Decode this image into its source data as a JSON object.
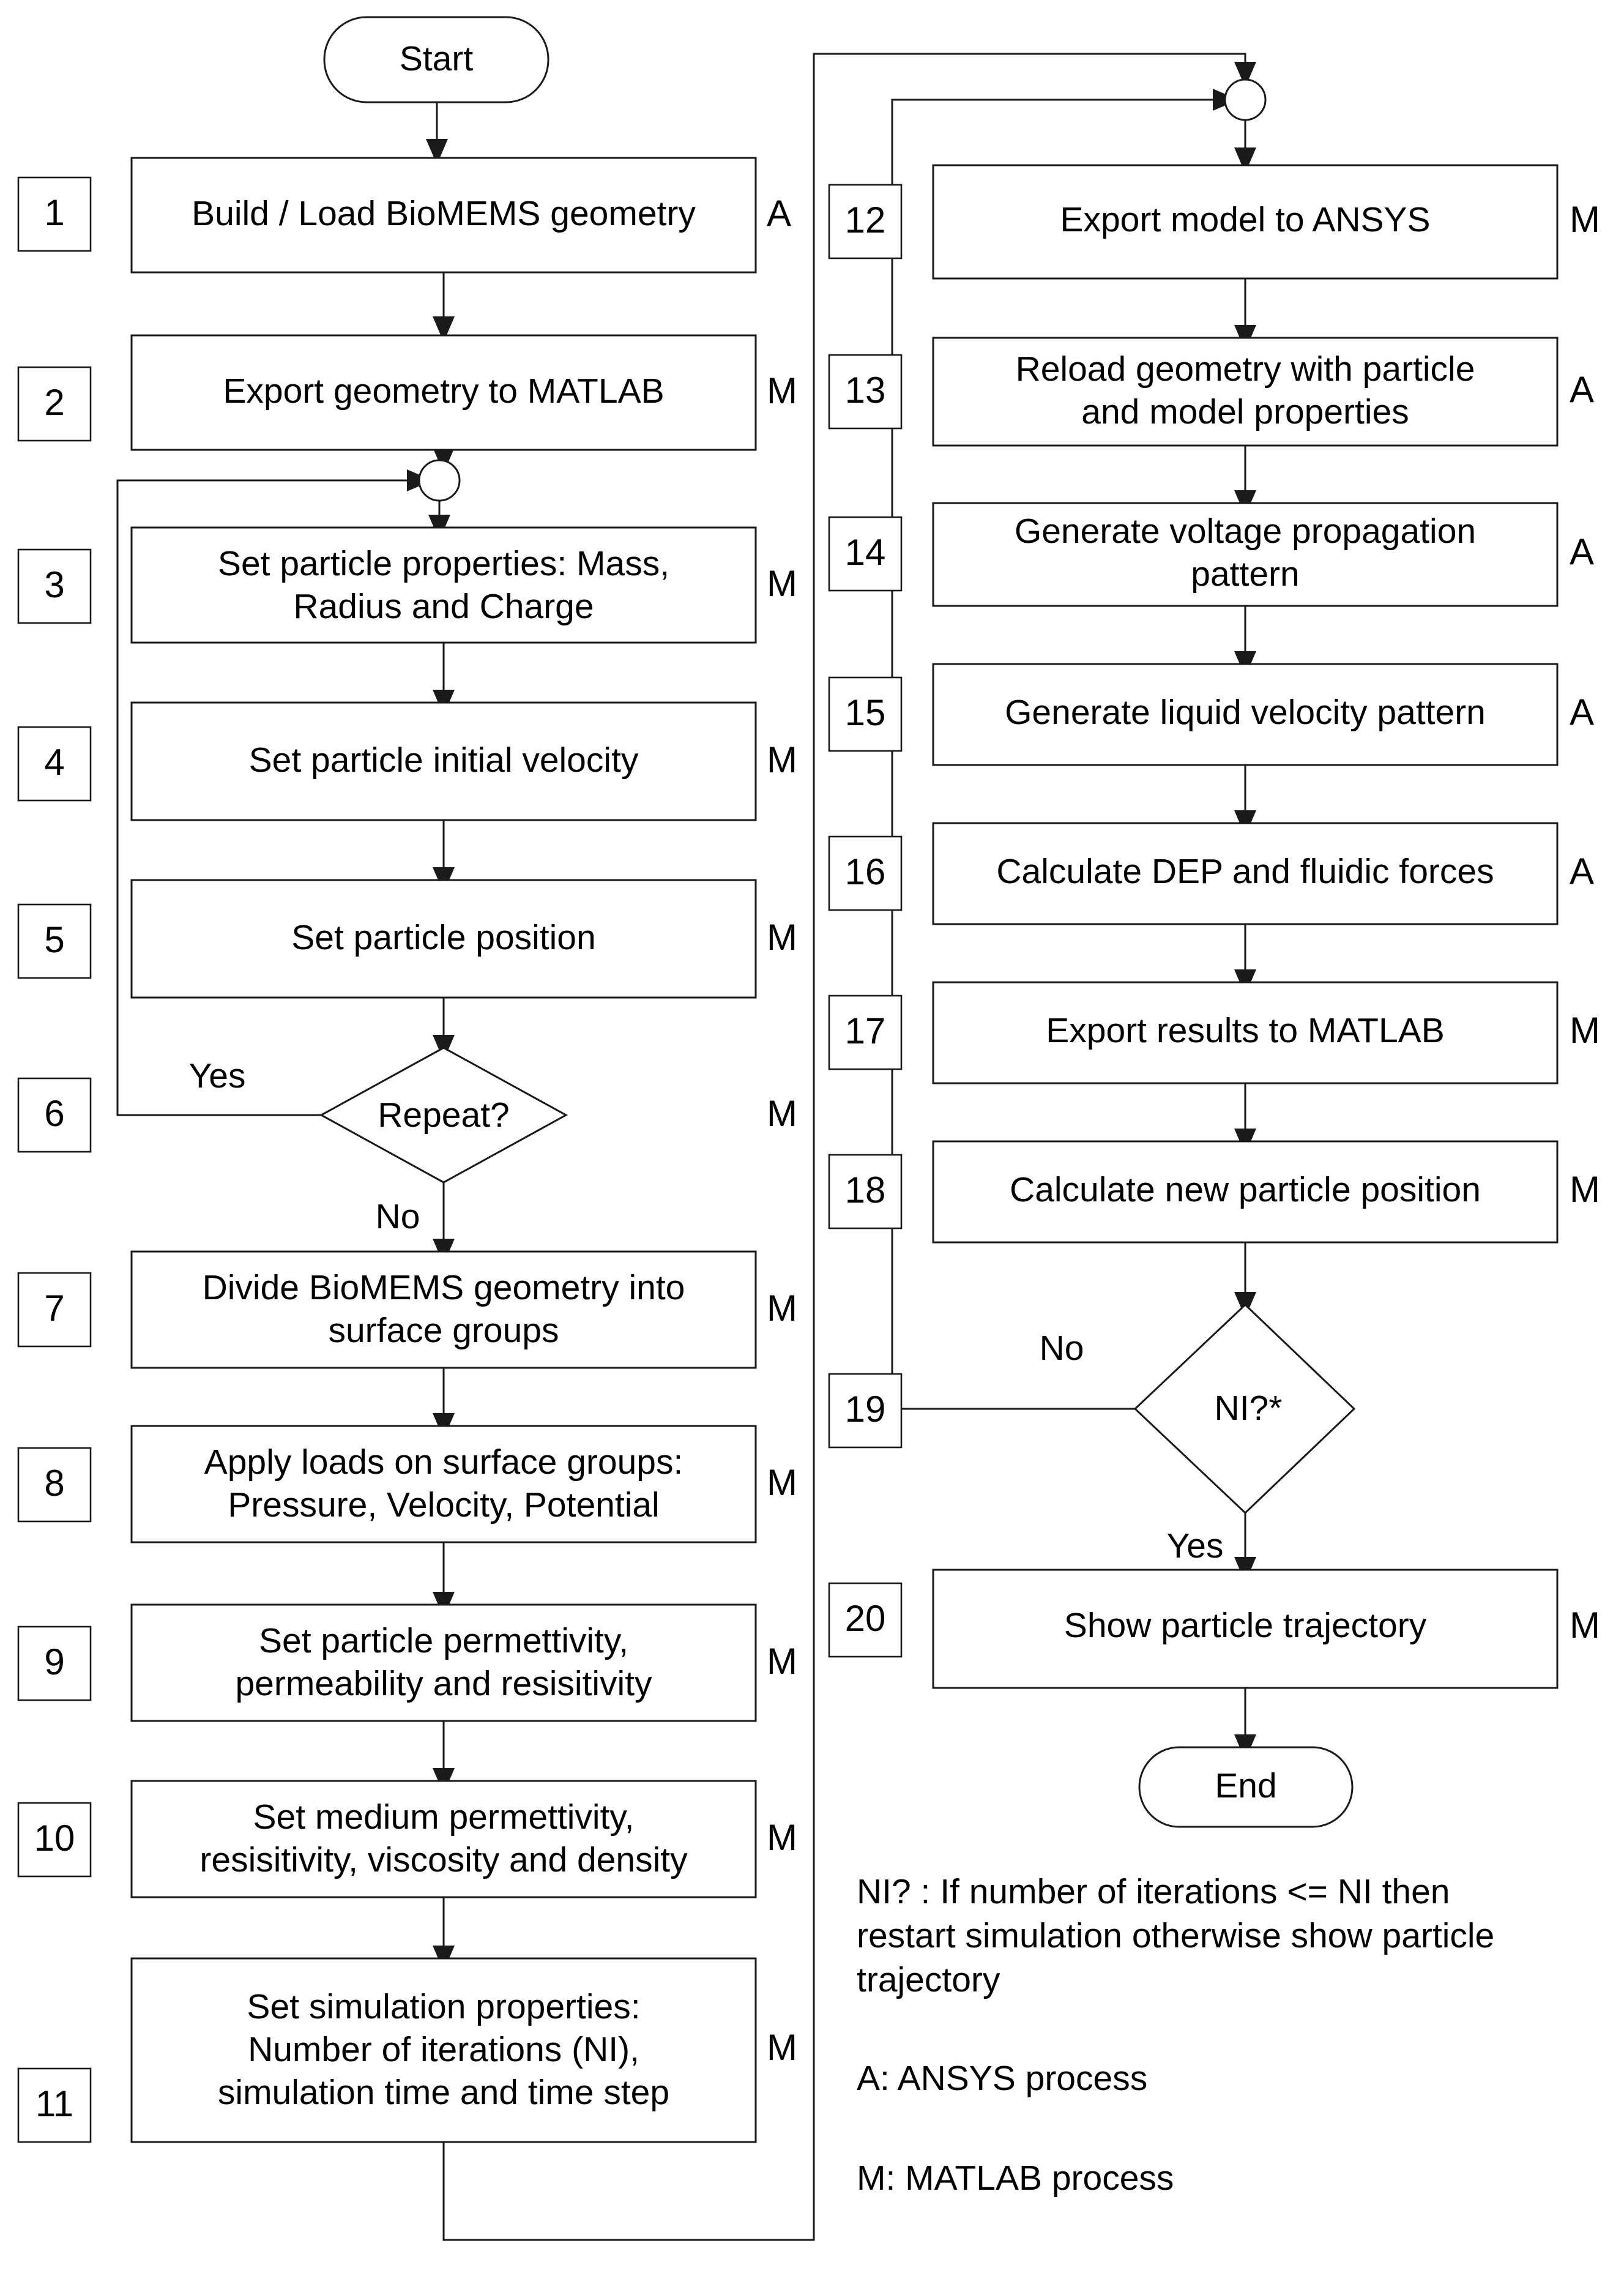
{
  "diagram": {
    "title": "BioMEMS particle simulation flowchart",
    "start_label": "Start",
    "end_label": "End",
    "colors": {
      "stroke": "#1a1a1a",
      "fill": "#ffffff",
      "text": "#000000"
    },
    "tag_legend": {
      "ansys": "A",
      "matlab": "M"
    }
  },
  "left_column": {
    "steps": [
      {
        "num": "1",
        "text_lines": [
          "Build / Load  BioMEMS geometry"
        ],
        "tag": "A"
      },
      {
        "num": "2",
        "text_lines": [
          "Export geometry to MATLAB"
        ],
        "tag": "M"
      },
      {
        "num": "3",
        "text_lines": [
          "Set particle properties: Mass,",
          "Radius and Charge"
        ],
        "tag": "M"
      },
      {
        "num": "4",
        "text_lines": [
          "Set particle initial velocity"
        ],
        "tag": "M"
      },
      {
        "num": "5",
        "text_lines": [
          "Set particle position"
        ],
        "tag": "M"
      },
      {
        "num": "6",
        "text_lines": [
          "Repeat?"
        ],
        "tag": "M",
        "shape": "decision",
        "yes_label": "Yes",
        "no_label": "No"
      },
      {
        "num": "7",
        "text_lines": [
          "Divide BioMEMS geometry into",
          "surface groups"
        ],
        "tag": "M"
      },
      {
        "num": "8",
        "text_lines": [
          "Apply loads on surface groups:",
          "Pressure, Velocity, Potential"
        ],
        "tag": "M"
      },
      {
        "num": "9",
        "text_lines": [
          "Set particle permettivity,",
          "permeability and resisitivity"
        ],
        "tag": "M"
      },
      {
        "num": "10",
        "text_lines": [
          "Set medium permettivity,",
          "resisitivity, viscosity and density"
        ],
        "tag": "M"
      },
      {
        "num": "11",
        "text_lines": [
          "Set simulation properties:",
          "Number of iterations (NI),",
          "simulation time and time step"
        ],
        "tag": "M"
      }
    ]
  },
  "right_column": {
    "steps": [
      {
        "num": "12",
        "text_lines": [
          "Export model to ANSYS"
        ],
        "tag": "M"
      },
      {
        "num": "13",
        "text_lines": [
          "Reload geometry with particle",
          "and model properties"
        ],
        "tag": "A"
      },
      {
        "num": "14",
        "text_lines": [
          "Generate voltage propagation",
          "pattern"
        ],
        "tag": "A"
      },
      {
        "num": "15",
        "text_lines": [
          "Generate liquid velocity pattern"
        ],
        "tag": "A"
      },
      {
        "num": "16",
        "text_lines": [
          "Calculate DEP and fluidic forces"
        ],
        "tag": "A"
      },
      {
        "num": "17",
        "text_lines": [
          "Export results to MATLAB"
        ],
        "tag": "M"
      },
      {
        "num": "18",
        "text_lines": [
          "Calculate new particle position"
        ],
        "tag": "M"
      },
      {
        "num": "19",
        "text_lines": [
          "NI?*"
        ],
        "tag": "",
        "shape": "decision",
        "yes_label": "Yes",
        "no_label": "No"
      },
      {
        "num": "20",
        "text_lines": [
          "Show particle trajectory"
        ],
        "tag": "M"
      }
    ]
  },
  "legend": {
    "note_lines": [
      "NI? : If number of iterations <= NI then",
      "restart simulation otherwise show particle",
      "trajectory"
    ],
    "ansys_line": "A: ANSYS process",
    "matlab_line": "M: MATLAB process"
  }
}
